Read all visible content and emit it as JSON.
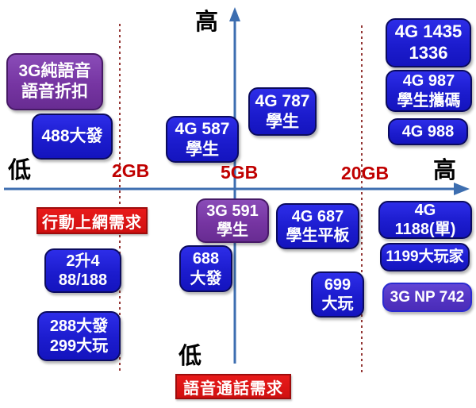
{
  "diagram": {
    "x_axis": {
      "title": "行動上網需求",
      "left_label": "低",
      "right_label": "高"
    },
    "y_axis": {
      "title": "語音通話需求",
      "top_label": "高",
      "bottom_label": "低"
    },
    "ticks": [
      "2GB",
      "5GB",
      "20GB"
    ],
    "nodes": [
      {
        "id": "3g-pure-voice-discount",
        "lines": [
          "3G純語音",
          "語音折扣"
        ],
        "style": "purple"
      },
      {
        "id": "488-dafa",
        "lines": [
          "488大發"
        ],
        "style": "blue"
      },
      {
        "id": "4g-587-student",
        "lines": [
          "4G 587",
          "學生"
        ],
        "style": "blue"
      },
      {
        "id": "4g-787-student",
        "lines": [
          "4G 787",
          "學生"
        ],
        "style": "blue"
      },
      {
        "id": "4g-1435-1336",
        "lines": [
          "4G 1435",
          "1336"
        ],
        "style": "blue"
      },
      {
        "id": "4g-987-student-port",
        "lines": [
          "4G 987",
          "學生攜碼"
        ],
        "style": "blue"
      },
      {
        "id": "4g-988",
        "lines": [
          "4G 988"
        ],
        "style": "blue"
      },
      {
        "id": "3g-591-student",
        "lines": [
          "3G 591",
          "學生"
        ],
        "style": "purple"
      },
      {
        "id": "4g-687-student-tablet",
        "lines": [
          "4G 687",
          "學生平板"
        ],
        "style": "blue"
      },
      {
        "id": "4g-1188-single",
        "lines": [
          "4G",
          "1188(單)"
        ],
        "style": "blue"
      },
      {
        "id": "1199-big-player",
        "lines": [
          "1199大玩家"
        ],
        "style": "blue"
      },
      {
        "id": "2-sheng-4-88-188",
        "lines": [
          "2升4",
          "88/188"
        ],
        "style": "blue"
      },
      {
        "id": "688-dafa",
        "lines": [
          "688",
          "大發"
        ],
        "style": "blue"
      },
      {
        "id": "288-dafa-299-dawan",
        "lines": [
          "288大發",
          "299大玩"
        ],
        "style": "blue"
      },
      {
        "id": "699-dawan",
        "lines": [
          "699",
          "大玩"
        ],
        "style": "blue"
      },
      {
        "id": "3g-np-742",
        "lines": [
          "3G NP 742"
        ],
        "style": "indigo"
      }
    ],
    "colors": {
      "axis_blue": "#3D6EB0",
      "gridline_dark_red": "#943634",
      "plan_blue": "#1C1CCE",
      "plan_purple": "#7635A2",
      "plan_indigo": "#5233C2",
      "axis_title_red": "#D01010",
      "tick_red": "#C00000"
    }
  }
}
